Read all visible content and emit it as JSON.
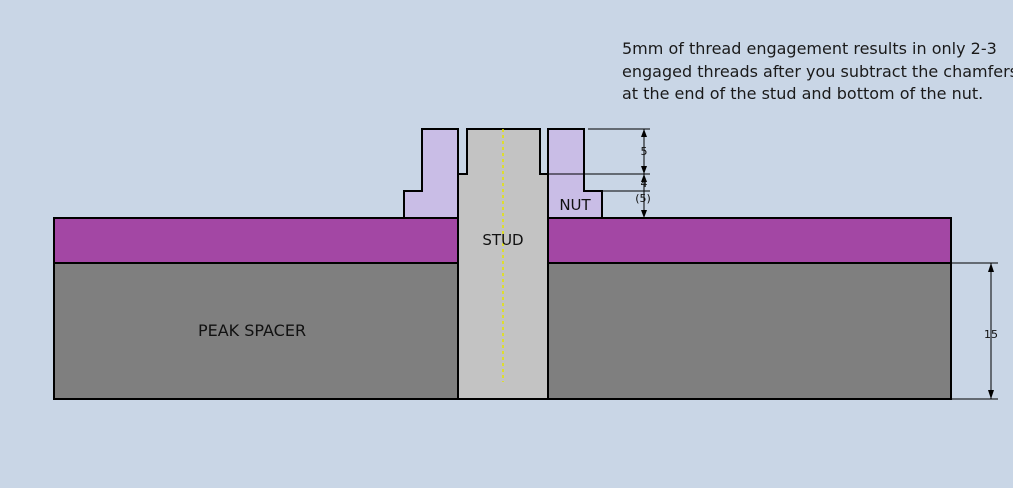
{
  "annotation": {
    "lines": [
      "5mm of thread engagement results in only 2-3",
      "engaged threads after you subtract the chamfers",
      "at the end of the stud and bottom of the nut."
    ]
  },
  "labels": {
    "stud": "STUD",
    "nut": "NUT",
    "peak_spacer": "PEAK SPACER"
  },
  "dimensions": {
    "nut_top": "5",
    "nut_bottom": "4",
    "nut_ref": "(5)",
    "spacer": "15"
  },
  "colors": {
    "background": "#c9d6e6",
    "spacer": "#7f7f7f",
    "plate": "#a347a4",
    "stud": "#c3c3c3",
    "nut": "#c9bde6",
    "centerline": "#e6e600"
  }
}
